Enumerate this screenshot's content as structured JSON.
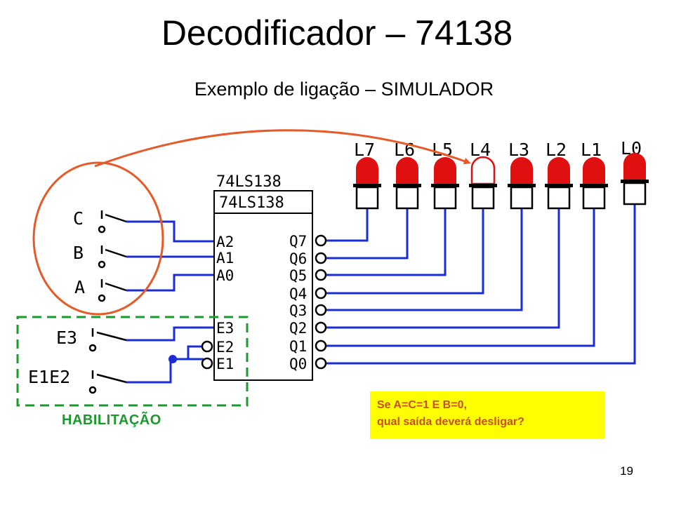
{
  "slide": {
    "title": "Decodificador – 74138",
    "subtitle": "Exemplo de ligação – SIMULADOR",
    "page_number": "19"
  },
  "chip": {
    "label_outer": "74LS138",
    "label_inner": "74LS138",
    "inputs": [
      "A2",
      "A1",
      "A0"
    ],
    "enables": [
      "E3",
      "E2",
      "E1"
    ],
    "outputs": [
      "Q7",
      "Q6",
      "Q5",
      "Q4",
      "Q3",
      "Q2",
      "Q1",
      "Q0"
    ]
  },
  "switches": {
    "data": [
      "C",
      "B",
      "A"
    ],
    "enable": [
      "E3",
      "E1E2"
    ]
  },
  "leds": [
    "L7",
    "L6",
    "L5",
    "L4",
    "L3",
    "L2",
    "L1",
    "L0"
  ],
  "enable_group_label": "HABILITAÇÃO",
  "question": {
    "line1": "Se A=C=1 E B=0,",
    "line2": "qual saída deverá desligar?"
  },
  "colors": {
    "wire": "#1a2cd6",
    "led_on": "#e01010",
    "annotation": "#e65a28",
    "enable_box": "#1a9a2c",
    "callout_bg": "#ffff00",
    "callout_text": "#c8501e"
  }
}
